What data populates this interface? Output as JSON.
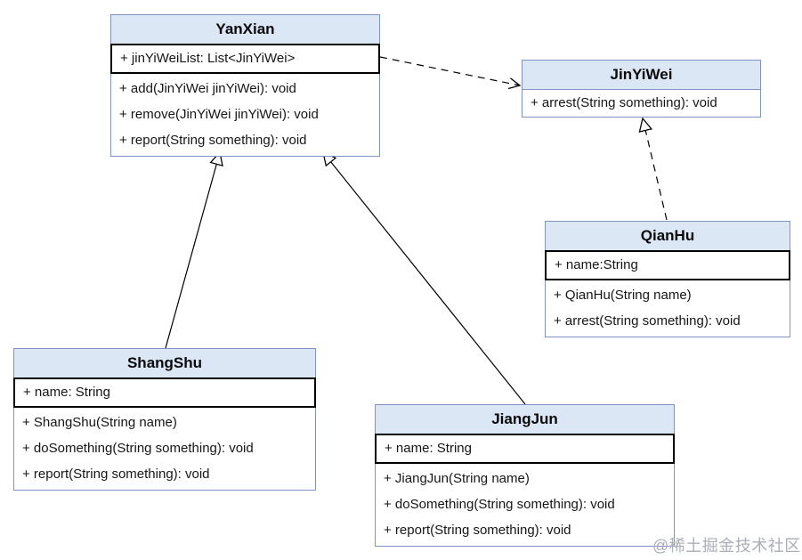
{
  "diagram": {
    "type": "uml-class-diagram",
    "classes": [
      {
        "name": "YanXian",
        "attributes": [
          "+ jinYiWeiList: List<JinYiWei>"
        ],
        "methods": [
          "+ add(JinYiWei jinYiWei): void",
          "+ remove(JinYiWei jinYiWei): void",
          "+ report(String something): void"
        ]
      },
      {
        "name": "JinYiWei",
        "attributes": [],
        "methods": [
          "+ arrest(String something): void"
        ]
      },
      {
        "name": "QianHu",
        "attributes": [
          "+ name:String"
        ],
        "methods": [
          "+ QianHu(String name)",
          "+ arrest(String something): void"
        ]
      },
      {
        "name": "ShangShu",
        "attributes": [
          "+ name: String"
        ],
        "methods": [
          "+ ShangShu(String name)",
          "+ doSomething(String something): void",
          "+ report(String something): void"
        ]
      },
      {
        "name": "JiangJun",
        "attributes": [
          "+ name: String"
        ],
        "methods": [
          "+ JiangJun(String name)",
          "+ doSomething(String something): void",
          "+ report(String something): void"
        ]
      }
    ],
    "relationships": [
      {
        "from": "YanXian",
        "to": "JinYiWei",
        "type": "dependency",
        "line": "dashed",
        "arrowhead": "open"
      },
      {
        "from": "QianHu",
        "to": "JinYiWei",
        "type": "realization",
        "line": "dashed",
        "arrowhead": "hollow-triangle"
      },
      {
        "from": "ShangShu",
        "to": "YanXian",
        "type": "generalization",
        "line": "solid",
        "arrowhead": "hollow-triangle"
      },
      {
        "from": "JiangJun",
        "to": "YanXian",
        "type": "generalization",
        "line": "solid",
        "arrowhead": "hollow-triangle"
      }
    ],
    "colors": {
      "header_fill": "#dce7f6",
      "class_border": "#8093c4",
      "attribute_border": "#000000",
      "line": "#000000",
      "watermark": "#a9aeb8"
    },
    "watermark": "@稀土掘金技术社区"
  }
}
